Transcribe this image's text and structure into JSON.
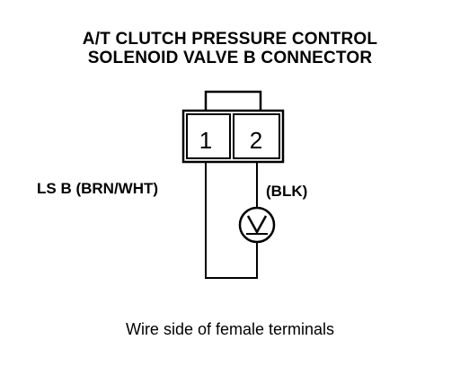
{
  "title": {
    "line1": "A/T CLUTCH PRESSURE CONTROL",
    "line2": "SOLENOID VALVE B CONNECTOR"
  },
  "connector": {
    "terminals": [
      "1",
      "2"
    ]
  },
  "wires": {
    "left_label": "LS B (BRN/WHT)",
    "right_label": "(BLK)"
  },
  "meter": {
    "symbol": "V",
    "icon": "voltmeter-icon"
  },
  "caption": "Wire side of female terminals"
}
